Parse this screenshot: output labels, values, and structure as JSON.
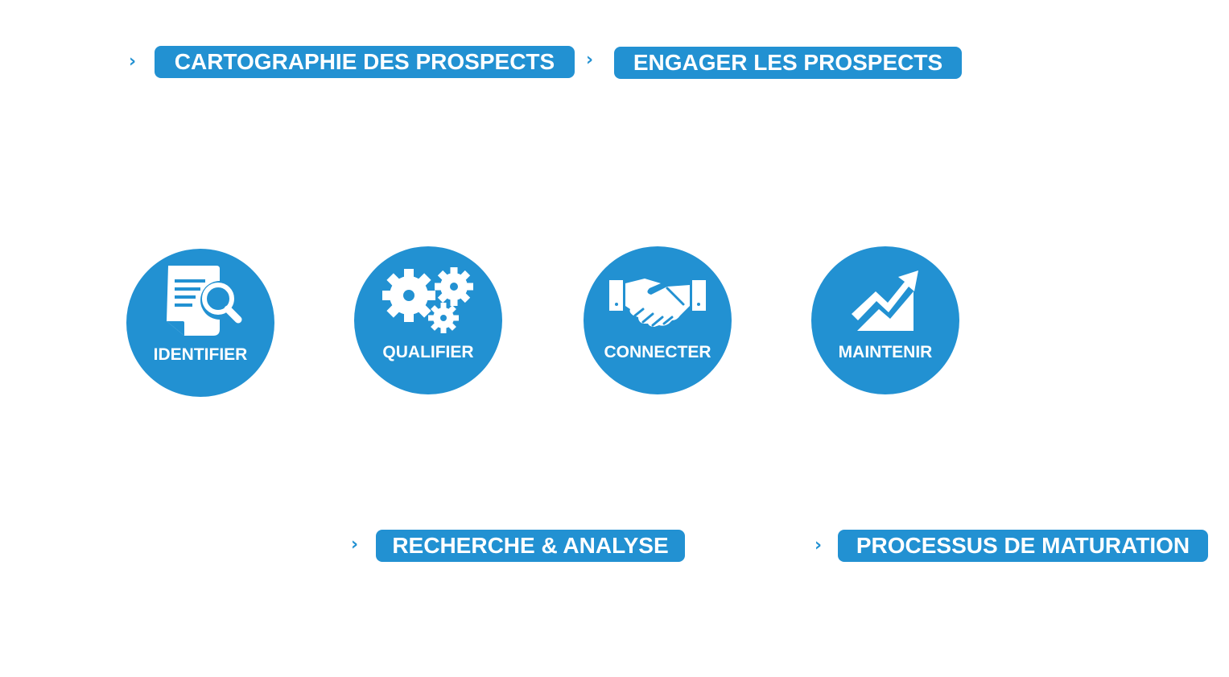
{
  "colors": {
    "accent": "#2291d2",
    "background": "#ffffff",
    "foreground": "#ffffff"
  },
  "icons": {
    "chevron": "chevron-right-icon",
    "identify": "document-search-icon",
    "qualify": "gears-icon",
    "connect": "handshake-icon",
    "maintain": "growth-chart-icon"
  },
  "phases": {
    "top": [
      {
        "label": "CARTOGRAPHIE DES PROSPECTS"
      },
      {
        "label": "ENGAGER LES PROSPECTS"
      }
    ],
    "bottom": [
      {
        "label": "RECHERCHE & ANALYSE"
      },
      {
        "label": "PROCESSUS DE MATURATION"
      }
    ]
  },
  "steps": [
    {
      "label": "IDENTIFIER",
      "icon": "document-search-icon"
    },
    {
      "label": "QUALIFIER",
      "icon": "gears-icon"
    },
    {
      "label": "CONNECTER",
      "icon": "handshake-icon"
    },
    {
      "label": "MAINTENIR",
      "icon": "growth-chart-icon"
    }
  ]
}
